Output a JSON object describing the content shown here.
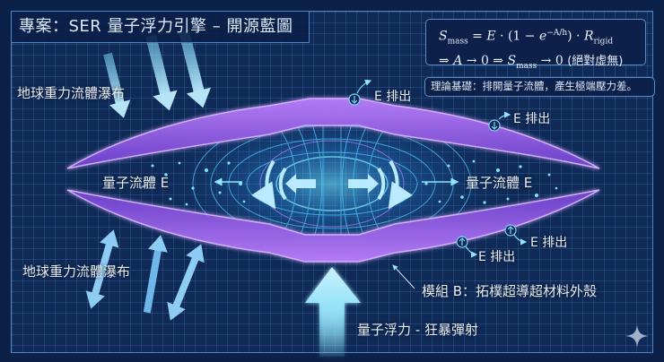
{
  "title": "專案：SER 量子浮力引擎 – 開源藍圖",
  "formula": {
    "line1": {
      "lhs": "S",
      "lhs_sub": "mass",
      "eq": " = ",
      "E": "E",
      "mid": " · (1 − ",
      "e": "e",
      "exp": "−A/h",
      "close": ") · ",
      "R": "R",
      "R_sub": "rigid"
    },
    "line2": {
      "part1": "⇒ ",
      "A": "A",
      "part2": " → 0 ⇒ ",
      "S": "S",
      "S_sub": "mass",
      "part3": " → 0 ",
      "note": "(絕對虛無)"
    }
  },
  "theory_basis": "理論基礎：排開量子流體，產生極端壓力差。",
  "labels": {
    "gravity_fall_top": "地球重力流體瀑布",
    "gravity_fall_bottom": "地球重力流體瀑布",
    "fluid_left": "量子流體 E",
    "fluid_right": "量子流體 E",
    "exhaust_top": "E 排出",
    "exhaust_right_top": "E 排出",
    "exhaust_right_mid": "E 排出",
    "exhaust_right_low": "E 排出",
    "module_b": "模組 B：拓樸超導超材料外殼",
    "buoyancy": "量子浮力 - 狂暴彈射"
  },
  "icons": {
    "down_arrow_badge": "arrow-down-circle",
    "up_arrow_badge": "arrow-up-circle",
    "rotation_arrows": "curved-arrows",
    "thrust_arrow": "large-up-arrow",
    "sparkle": "four-point-star"
  },
  "colors": {
    "background": "#0c2148",
    "grid_line": "#4f86c8",
    "hull_purple": "#8a4fe0",
    "hull_edge": "#c79bff",
    "field_cyan": "#59d4ff",
    "arrow_light": "#a9e6f7",
    "text": "#e4eef9"
  }
}
